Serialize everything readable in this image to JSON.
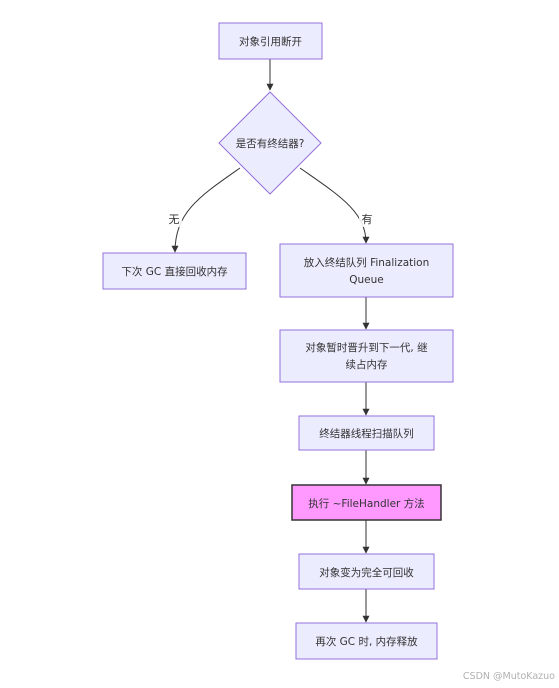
{
  "flowchart": {
    "nodes": {
      "start": "对象引用断开",
      "decision": "是否有终结器?",
      "no_finalizer": "下次 GC 直接回收内存",
      "enqueue_line1": "放入终结队列 Finalization",
      "enqueue_line2": "Queue",
      "promote_line1": "对象暂时晋升到下一代, 继",
      "promote_line2": "续占内存",
      "thread_scan": "终结器线程扫描队列",
      "execute_finalizer": "执行 ~FileHandler 方法",
      "collectible": "对象变为完全可回收",
      "next_gc_release": "再次 GC 时, 内存释放"
    },
    "edges": {
      "no_label": "无",
      "yes_label": "有"
    },
    "colors": {
      "node_fill": "#ECECFF",
      "node_stroke": "#9370DB",
      "highlight_fill": "#FF99FF",
      "highlight_stroke": "#333333",
      "edge": "#333333"
    }
  },
  "watermark": "CSDN @MutoKazuo"
}
